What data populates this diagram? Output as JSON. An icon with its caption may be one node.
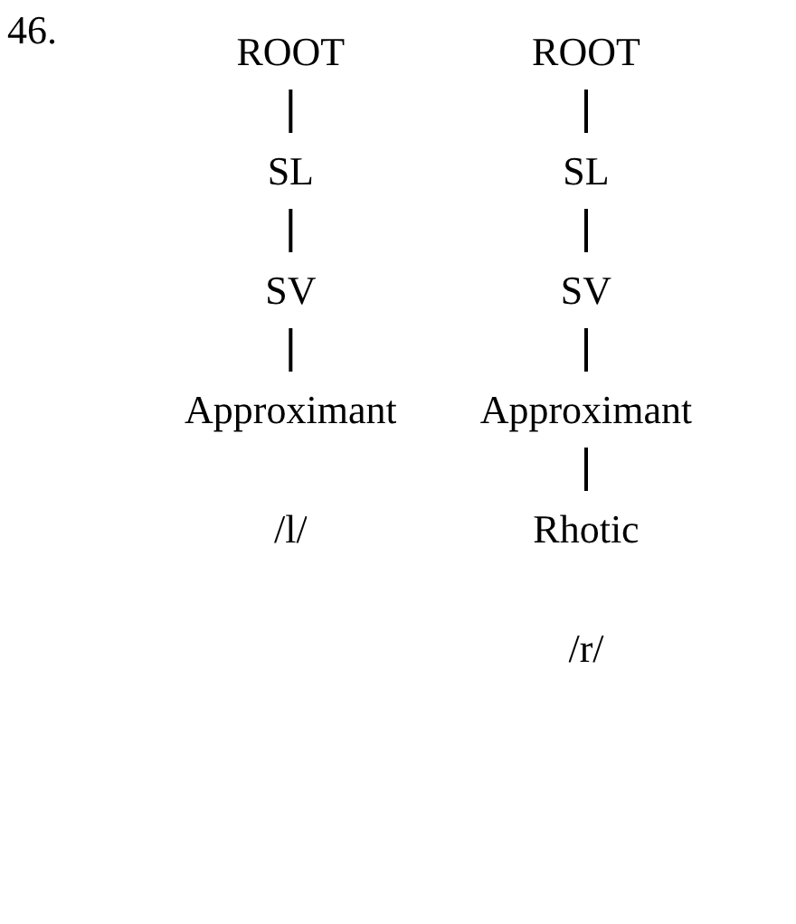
{
  "diagram": {
    "nodes": [
      {
        "text": [
          "ROOT"
        ]
      },
      {
        "text": [
          "SL"
        ]
      },
      {
        "text": [
          "SV"
        ]
      },
      {
        "text": [
          "Approximant"
        ],
        "beside": [
          "/l/"
        ]
      },
      {
        "text": [
          "ROOT"
        ]
      },
      {
        "text": [
          "SL"
        ]
      },
      {
        "text": [
          "SV"
        ]
      },
      {
        "text": [
          "Approximant"
        ]
      },
      {
        "text": [
          "Rhotic"
        ],
        "beside": [
          "/r/"
        ]
      }
    ],
    "edges": [
      {
        "from": 0,
        "to": 1,
        "arrow": "none"
      },
      {
        "from": 1,
        "to": 2,
        "arrow": "none"
      },
      {
        "from": 2,
        "to": 3,
        "arrow": "none"
      },
      {
        "from": 4,
        "to": 5,
        "arrow": "none"
      },
      {
        "from": 5,
        "to": 6,
        "arrow": "none"
      },
      {
        "from": 6,
        "to": 7,
        "arrow": "none"
      },
      {
        "from": 7,
        "to": 8,
        "arrow": "none"
      }
    ],
    "labels": [
      "46."
    ]
  }
}
